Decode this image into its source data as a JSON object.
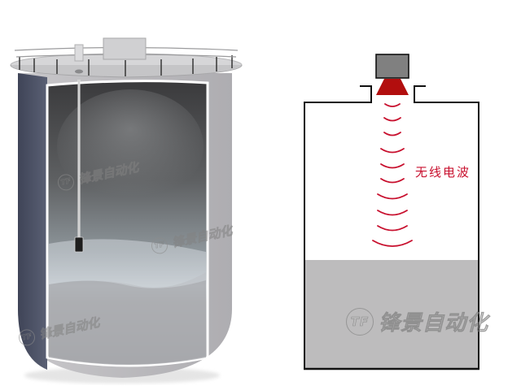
{
  "left_illustration": {
    "subject": "cutaway storage tank with suspended sensor and vapor/fog",
    "watermark_text": "锋景自动化",
    "watermark_logo": "TF"
  },
  "right_diagram": {
    "subject": "radar level gauge emitting waves toward material surface",
    "wave_label": "无线电波",
    "wave_count": 10,
    "watermark_text": "锋景自动化",
    "watermark_logo": "TF"
  },
  "colors": {
    "wave": "#c8102e",
    "antenna": "#b20e0e",
    "transmitter_head": "#808080",
    "material": "#bdbcbd",
    "outline": "#111111",
    "tank_left_wall": "#4f5569",
    "tank_right_wall": "#bdbcbf"
  }
}
